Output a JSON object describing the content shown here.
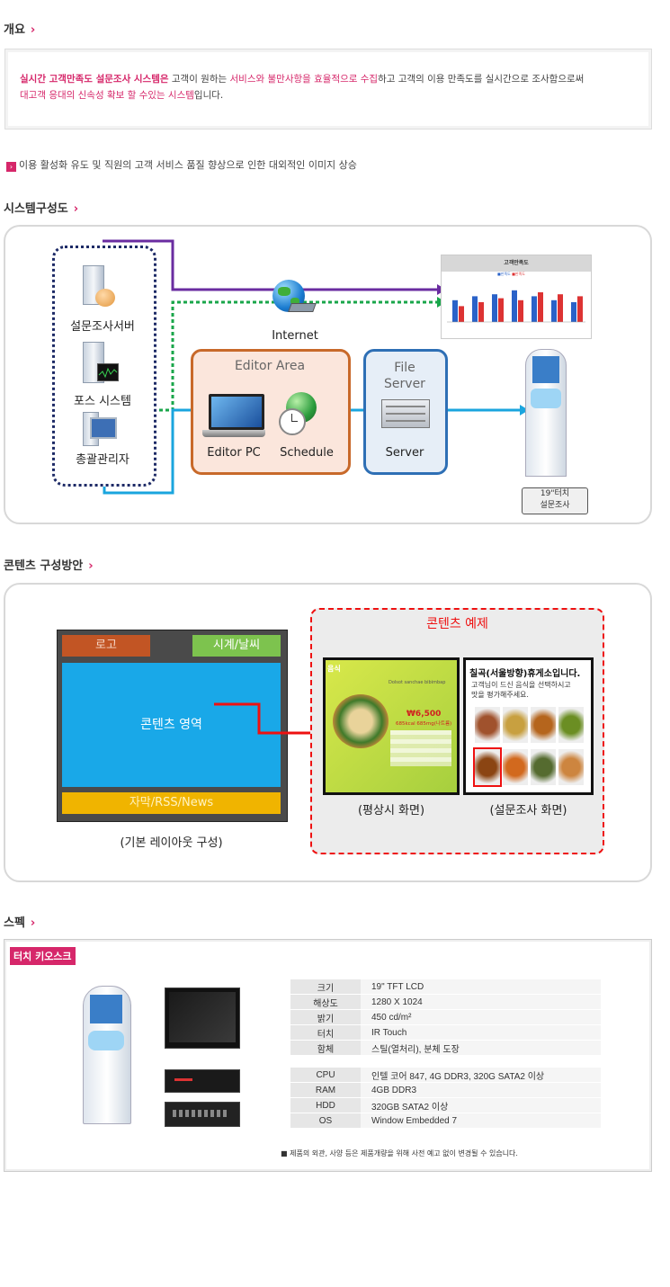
{
  "overview": {
    "title": "개요",
    "arrow": "›",
    "line1_a": "실시간 고객만족도 설문조사 시스템은",
    "line1_b": " 고객이 원하는 ",
    "line1_c": "서비스와 불만사항을 효율적으로 수집",
    "line1_d": "하고 고객의 이용 만족도를 실시간으로 조사함으로써",
    "line2_a": "대고객 응대의 신속성 확보 할 수있는 시스템",
    "line2_b": "입니다.",
    "benefit": "이용 활성화 유도 및 직원의 고객 서비스 품질 향상으로 인한 대외적인 이미지 상승"
  },
  "system": {
    "title": "시스템구성도",
    "servers": [
      "설문조사서버",
      "포스 시스템",
      "총괄관리자"
    ],
    "internet": "Internet",
    "editor_area": "Editor Area",
    "editor_pc": "Editor PC",
    "schedule": "Schedule",
    "file_server": "File\nServer",
    "server": "Server",
    "kiosk_label_1": "19\"터치",
    "kiosk_label_2": "설문조사",
    "mini_chart_title": "고객만족도",
    "mini_chart_legend": [
      "■만족도",
      "■만족도"
    ]
  },
  "contents": {
    "title": "콘텐츠 구성방안",
    "logo": "로고",
    "clock_weather": "시계/날씨",
    "content_area": "콘텐츠 영역",
    "ticker": "자막/RSS/News",
    "basic_layout": "(기본 레이아웃 구성)",
    "example_title": "콘텐츠 예제",
    "normal_screen": "(평상시 화면)",
    "survey_screen": "(설문조사 화면)",
    "survey_head": "칠곡(서울방향)휴게소입니다.",
    "survey_sub1": "고객님이 드신 음식을 선택하시고",
    "survey_sub2": "맛을 평가해주세요.",
    "food_price": "₩6,500",
    "food_kcal": "685kcal 685mg(나트륨)",
    "food_name_en": "Dolsot sanchae bibimbap",
    "food_tag": "음식"
  },
  "spec": {
    "title": "스펙",
    "badge": "터치 키오스크",
    "rows1": [
      {
        "k": "크기",
        "v": "19\" TFT LCD"
      },
      {
        "k": "해상도",
        "v": "1280 X 1024"
      },
      {
        "k": "밝기",
        "v": "450 cd/m²"
      },
      {
        "k": "터치",
        "v": "IR Touch"
      },
      {
        "k": "함체",
        "v": "스틸(열처리), 분체 도장"
      }
    ],
    "rows2": [
      {
        "k": "CPU",
        "v": "인텔 코어 847, 4G DDR3, 320G SATA2 이상"
      },
      {
        "k": "RAM",
        "v": "4GB DDR3"
      },
      {
        "k": "HDD",
        "v": "320GB SATA2 이상"
      },
      {
        "k": "OS",
        "v": "Window Embedded 7"
      }
    ],
    "note": "■ 제품의 외관, 사양 등은 제품개량을 위해 사전 예고 없이 변경될 수 있습니다."
  },
  "colors": {
    "accent": "#d6276a",
    "purple": "#6a2ca0",
    "green": "#19a64a",
    "blue": "#1aa5de",
    "orange": "#c8692a",
    "navy": "#1d2a66"
  }
}
